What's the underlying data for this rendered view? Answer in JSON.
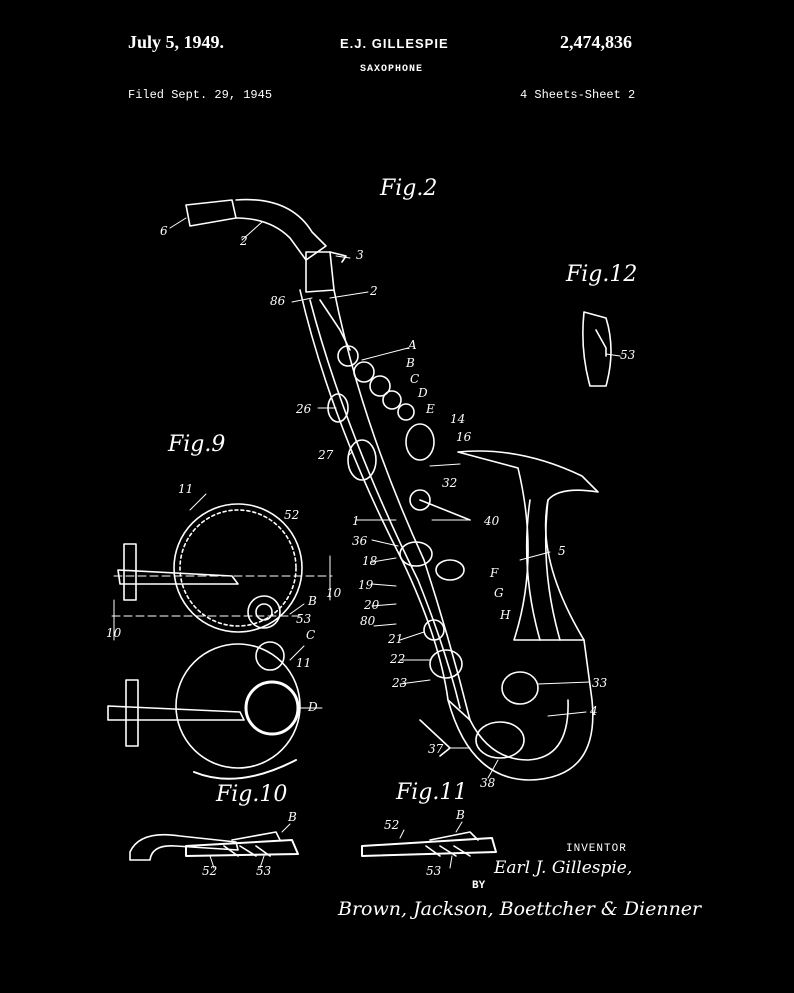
{
  "header": {
    "date": "July 5, 1949.",
    "inventor": "E.J. GILLESPIE",
    "title": "SAXOPHONE",
    "patent_number": "2,474,836",
    "filed": "Filed Sept. 29, 1945",
    "sheets": "4 Sheets-Sheet 2"
  },
  "figures": {
    "fig2": "Fig.2",
    "fig9": "Fig.9",
    "fig10": "Fig.10",
    "fig11": "Fig.11",
    "fig12": "Fig.12"
  },
  "labels": {
    "l6": "6",
    "l2a": "2",
    "l3": "3",
    "l86": "86",
    "l2b": "2",
    "lA": "A",
    "lB": "B",
    "lC": "C",
    "lD": "D",
    "lE": "E",
    "l26": "26",
    "l14": "14",
    "l16": "16",
    "l27": "27",
    "l32": "32",
    "l1": "1",
    "l40": "40",
    "l5": "5",
    "l36": "36",
    "l18": "18",
    "lF": "F",
    "l19": "19",
    "lG": "G",
    "l20": "20",
    "l80": "80",
    "lH": "H",
    "l21": "21",
    "l22": "22",
    "l23": "23",
    "l33": "33",
    "l4": "4",
    "l37": "37",
    "l38": "38",
    "f9_11a": "11",
    "f9_52": "52",
    "f9_B": "B",
    "f9_10a": "10",
    "f9_53": "53",
    "f9_10b": "10",
    "f9_C": "C",
    "f9_11b": "11",
    "f9_D": "D",
    "f10_B": "B",
    "f10_52": "52",
    "f10_53": "53",
    "f11_52": "52",
    "f11_B": "B",
    "f11_53": "53",
    "f12_53": "53"
  },
  "signature": {
    "inventor_label": "INVENTOR",
    "inventor_name": "Earl J. Gillespie,",
    "by": "BY",
    "attorneys": "Brown, Jackson, Boettcher & Dienner"
  }
}
